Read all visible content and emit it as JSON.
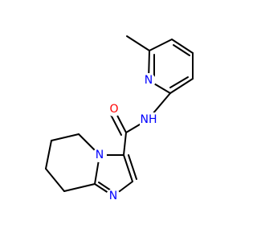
{
  "molecule": {
    "colors": {
      "bond": "#000000",
      "N": "#0000ff",
      "O": "#ff0000",
      "H": "#0000ff"
    },
    "atoms": {
      "o1": {
        "text": "O"
      },
      "n_ring1": {
        "text": "N"
      },
      "nh": {
        "text": "NH"
      },
      "n_bridge": {
        "text": "N"
      },
      "n_ring2": {
        "text": "N"
      }
    }
  }
}
